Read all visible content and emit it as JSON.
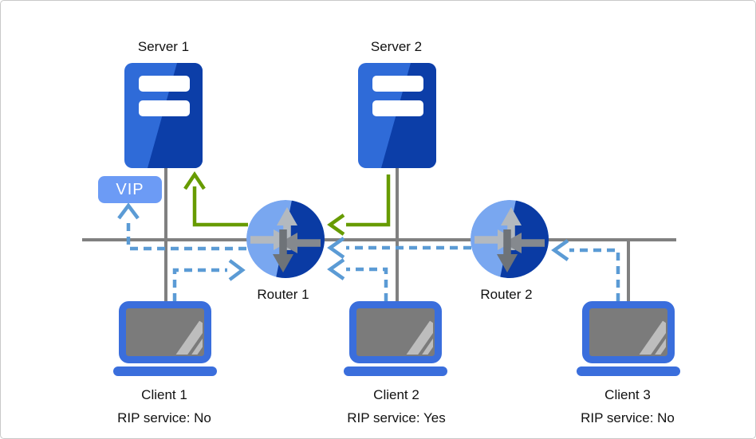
{
  "nodes": {
    "server1": {
      "label": "Server 1"
    },
    "server2": {
      "label": "Server 2"
    },
    "router1": {
      "label": "Router 1"
    },
    "router2": {
      "label": "Router 2"
    },
    "client1": {
      "label": "Client 1",
      "rip_service": "RIP service: No"
    },
    "client2": {
      "label": "Client 2",
      "rip_service": "RIP service: Yes"
    },
    "client3": {
      "label": "Client 3",
      "rip_service": "RIP service: No"
    }
  },
  "vip_badge": {
    "label": "VIP"
  },
  "edges": [
    {
      "from": "client1",
      "to": "router1",
      "style": "dashed-blue-arrow"
    },
    {
      "from": "client2",
      "to": "router1",
      "style": "dashed-blue-arrow"
    },
    {
      "from": "client3",
      "to": "router2",
      "style": "dashed-blue-arrow"
    },
    {
      "from": "router2",
      "to": "router1",
      "style": "dashed-blue-arrow"
    },
    {
      "from": "router1",
      "to": "vip",
      "style": "dashed-blue-arrow"
    },
    {
      "from": "server2",
      "to": "router1",
      "style": "solid-green-arrow"
    },
    {
      "from": "router1",
      "to": "server1",
      "style": "solid-green-arrow"
    }
  ],
  "colors": {
    "server_blue_light": "#2F6BD8",
    "server_blue_dark": "#0C3EA8",
    "router_blue_light": "#79A7F0",
    "router_blue_dark": "#0A3BA4",
    "laptop_blue": "#3A6EDC",
    "laptop_screen_gray": "#7B7B7B",
    "connector_gray": "#808080",
    "flow_green": "#679B00",
    "flow_dashed_blue": "#5B9BD5",
    "vip_badge_bg": "#6C9BF5"
  }
}
